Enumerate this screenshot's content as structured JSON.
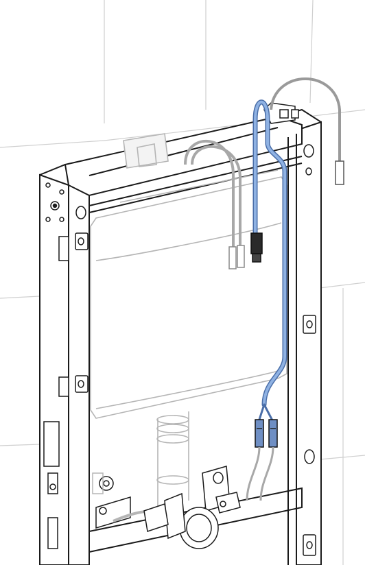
{
  "illustration": {
    "subject": "wc-installation-frame-with-concealed-cistern",
    "colors": {
      "background": "#ffffff",
      "tile_grid": "#c9c9c9",
      "frame_stroke": "#1a1a1a",
      "frame_fill": "#ffffff",
      "translucent_part": "#bfbfbf",
      "power_cable": "#7fa3d6",
      "power_cable_dark": "#4a6ea8",
      "connector": "#2a2a2a"
    },
    "icons": [
      "tile-wall",
      "installation-frame",
      "cistern-tank",
      "power-cable",
      "cable-connector",
      "sensor-cable",
      "flush-pipe",
      "water-supply-valve",
      "mounting-bracket"
    ]
  }
}
